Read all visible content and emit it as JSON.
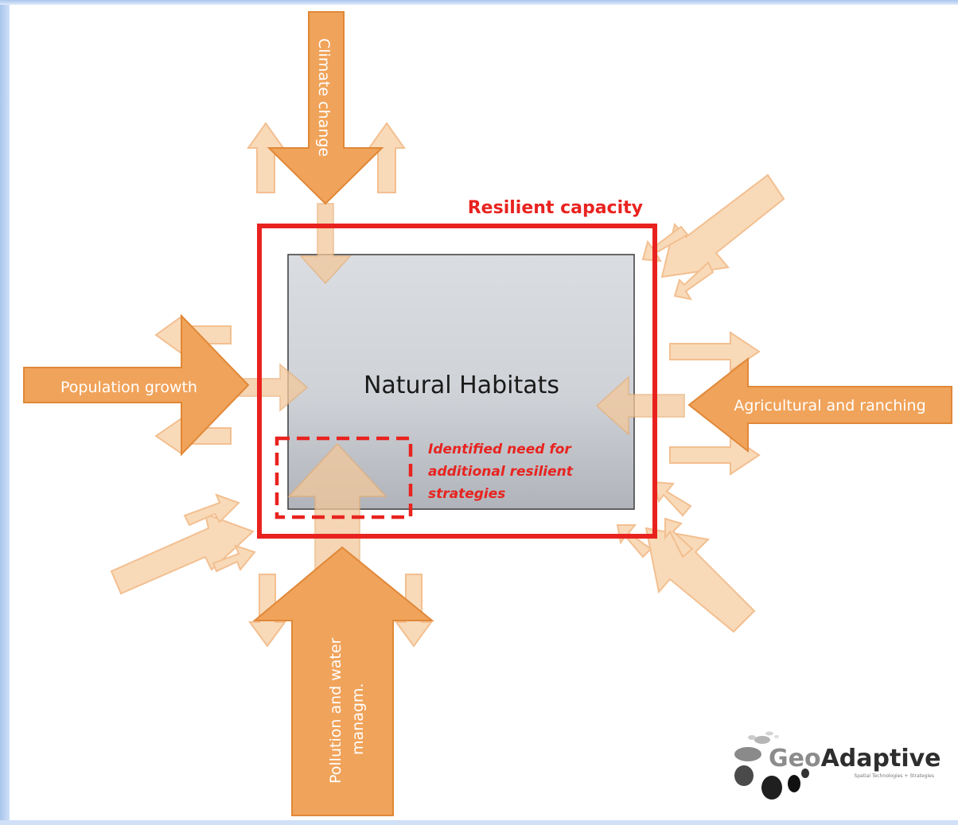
{
  "diagram": {
    "center_box": "Natural Habitats",
    "resilient_label": "Resilient capacity",
    "need_label_lines": [
      "Identified need for",
      "additional resilient",
      "strategies"
    ],
    "pressures": {
      "top": "Climate change",
      "left": "Population growth",
      "right": "Agricultural and ranching",
      "bottom_lines": [
        "Pollution and water",
        "managm."
      ]
    }
  },
  "logo": {
    "name_prefix": "Geo",
    "name_suffix": "Adaptive",
    "tagline": "Spatial Technologies + Strategies"
  },
  "colors": {
    "arrow_main": "#f0a35a",
    "arrow_stroke": "#e48a3a",
    "arrow_faded": "#f8d2aa",
    "resilient_red": "#e8231f",
    "box_top": "#d8dbe0",
    "box_bottom": "#b3b7bd"
  }
}
